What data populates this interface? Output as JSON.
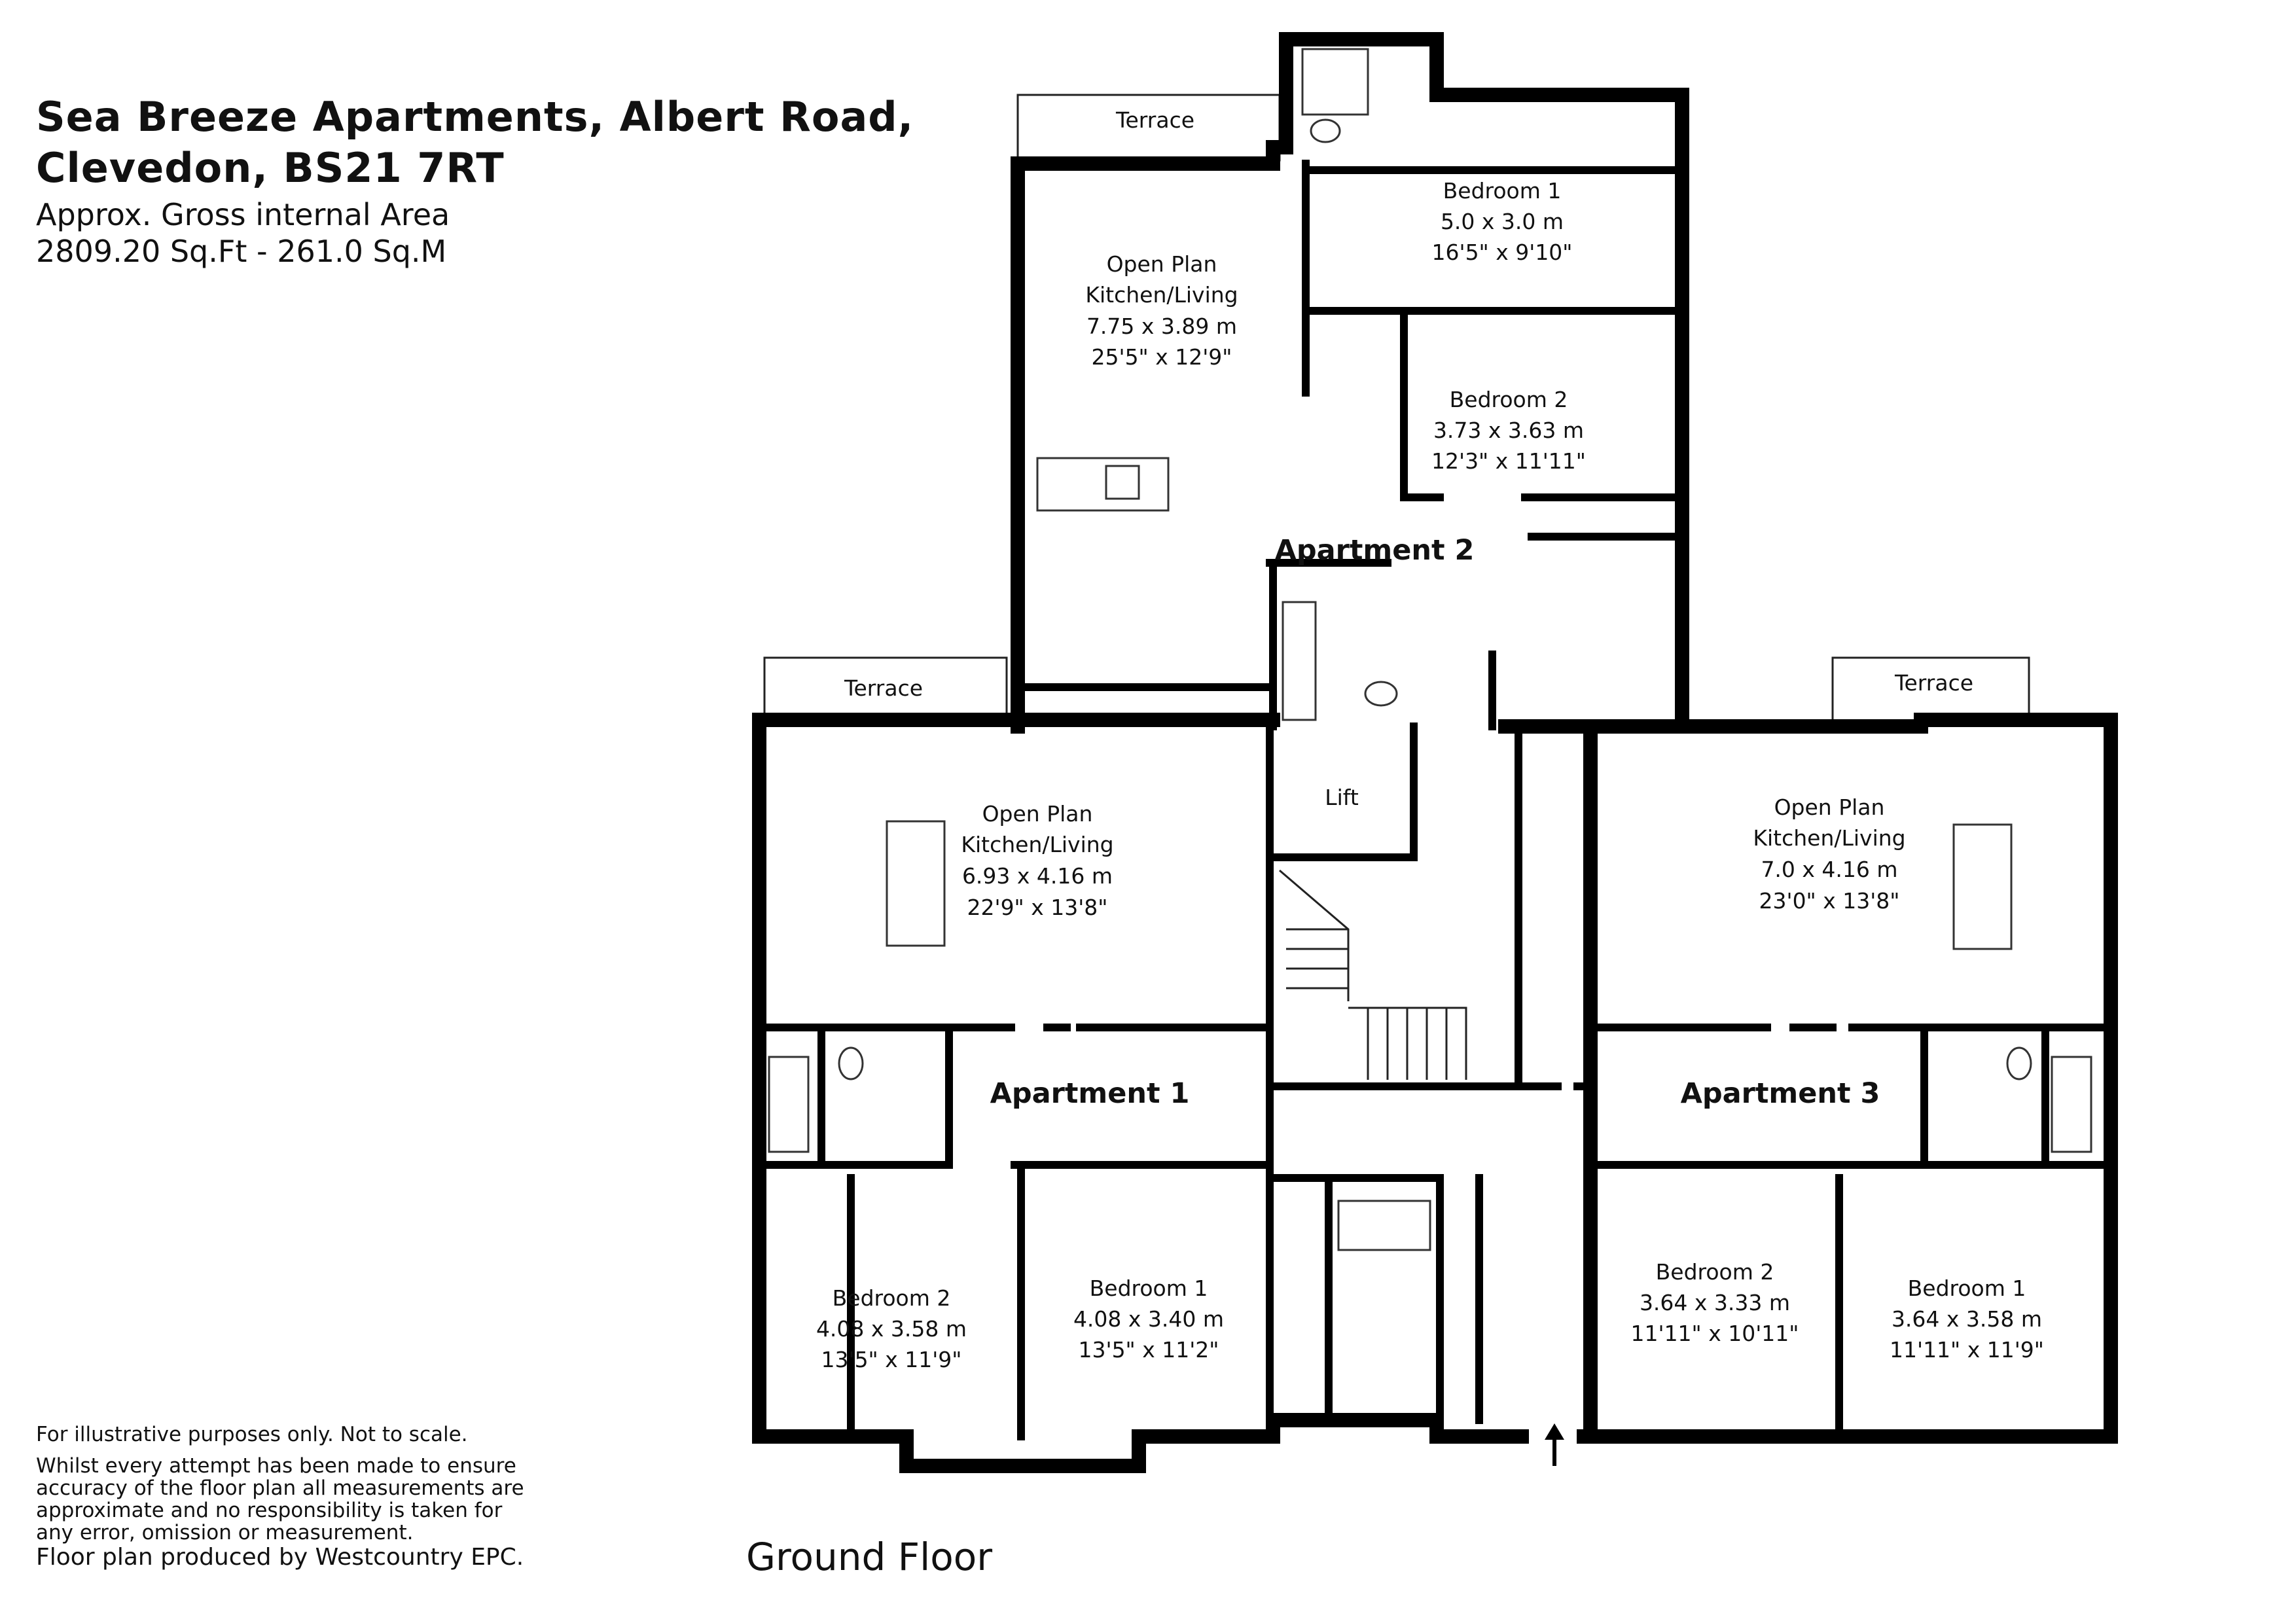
{
  "header": {
    "title_line1": "Sea Breeze Apartments, Albert Road,",
    "title_line2": "Clevedon, BS21 7RT",
    "area_label": "Approx. Gross internal Area",
    "area_value": "2809.20 Sq.Ft - 261.0 Sq.M"
  },
  "footer": {
    "note1": "For illustrative purposes only. Not to scale.",
    "note2": "Whilst every attempt has been made to ensure accuracy of the floor plan all measurements are approximate and no responsibility is taken for any error, omission or measurement.",
    "credit": "Floor plan produced by Westcountry EPC."
  },
  "floor_label": "Ground Floor",
  "plan": {
    "apartments": {
      "a1": "Apartment 1",
      "a2": "Apartment 2",
      "a3": "Apartment 3"
    },
    "terraces": {
      "t_top": "Terrace",
      "t_left": "Terrace",
      "t_right": "Terrace"
    },
    "lift": "Lift",
    "rooms": {
      "a2_living": {
        "name1": "Open Plan",
        "name2": "Kitchen/Living",
        "metric": "7.75 x 3.89 m",
        "imperial": "25'5\" x 12'9\""
      },
      "a2_bed1": {
        "name": "Bedroom 1",
        "metric": "5.0 x 3.0 m",
        "imperial": "16'5\" x 9'10\""
      },
      "a2_bed2": {
        "name": "Bedroom 2",
        "metric": "3.73 x 3.63 m",
        "imperial": "12'3\" x 11'11\""
      },
      "a1_living": {
        "name1": "Open Plan",
        "name2": "Kitchen/Living",
        "metric": "6.93 x 4.16 m",
        "imperial": "22'9\" x 13'8\""
      },
      "a1_bed2": {
        "name": "Bedroom 2",
        "metric": "4.08 x 3.58 m",
        "imperial": "13'5\" x 11'9\""
      },
      "a1_bed1": {
        "name": "Bedroom 1",
        "metric": "4.08 x 3.40 m",
        "imperial": "13'5\" x 11'2\""
      },
      "a3_living": {
        "name1": "Open Plan",
        "name2": "Kitchen/Living",
        "metric": "7.0 x 4.16 m",
        "imperial": "23'0\" x 13'8\""
      },
      "a3_bed2": {
        "name": "Bedroom 2",
        "metric": "3.64 x 3.33 m",
        "imperial": "11'11\" x 10'11\""
      },
      "a3_bed1": {
        "name": "Bedroom 1",
        "metric": "3.64 x 3.58 m",
        "imperial": "11'11\" x 11'9\""
      }
    }
  }
}
